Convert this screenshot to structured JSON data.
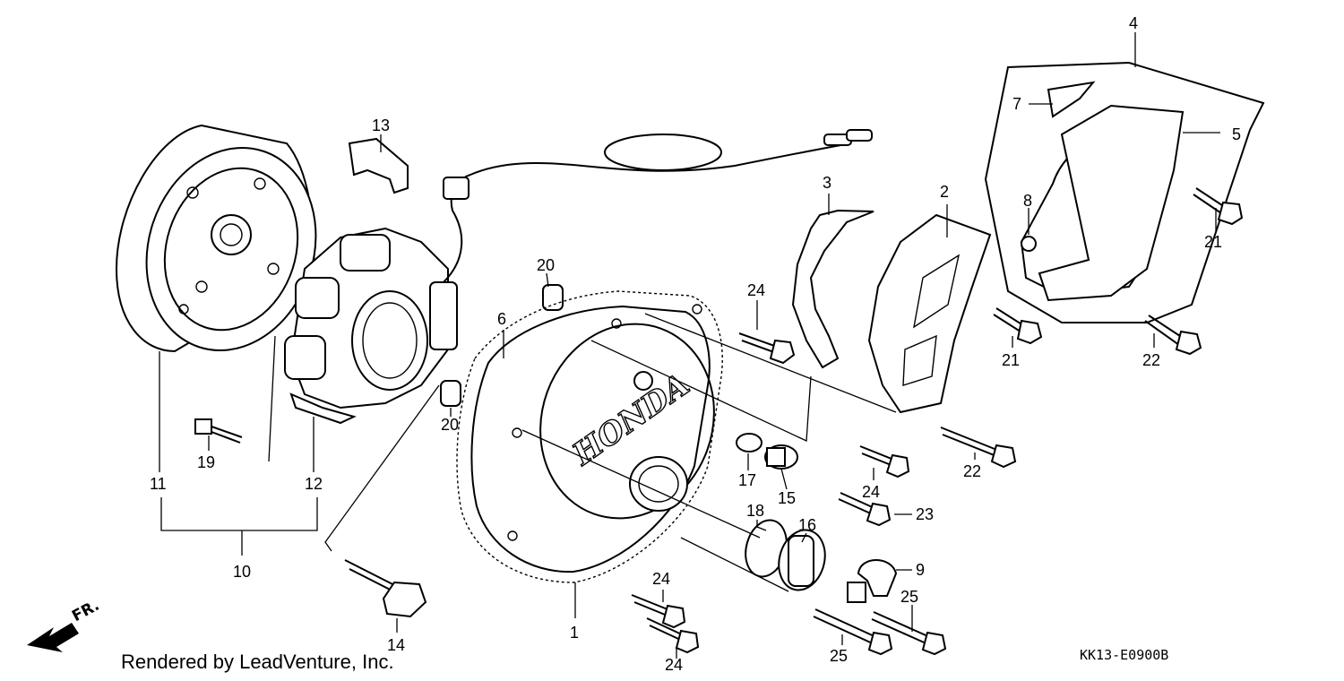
{
  "callouts": [
    {
      "id": "1",
      "text": "1"
    },
    {
      "id": "2",
      "text": "2"
    },
    {
      "id": "3",
      "text": "3"
    },
    {
      "id": "4",
      "text": "4"
    },
    {
      "id": "5",
      "text": "5"
    },
    {
      "id": "6",
      "text": "6"
    },
    {
      "id": "7",
      "text": "7"
    },
    {
      "id": "8",
      "text": "8"
    },
    {
      "id": "9",
      "text": "9"
    },
    {
      "id": "10",
      "text": "10"
    },
    {
      "id": "11",
      "text": "11"
    },
    {
      "id": "12",
      "text": "12"
    },
    {
      "id": "13",
      "text": "13"
    },
    {
      "id": "14",
      "text": "14"
    },
    {
      "id": "15",
      "text": "15"
    },
    {
      "id": "16",
      "text": "16"
    },
    {
      "id": "17",
      "text": "17"
    },
    {
      "id": "18",
      "text": "18"
    },
    {
      "id": "19",
      "text": "19"
    },
    {
      "id": "20a",
      "text": "20"
    },
    {
      "id": "20b",
      "text": "20"
    },
    {
      "id": "21a",
      "text": "21"
    },
    {
      "id": "21b",
      "text": "21"
    },
    {
      "id": "22a",
      "text": "22"
    },
    {
      "id": "22b",
      "text": "22"
    },
    {
      "id": "23",
      "text": "23"
    },
    {
      "id": "24a",
      "text": "24"
    },
    {
      "id": "24b",
      "text": "24"
    },
    {
      "id": "24c",
      "text": "24"
    },
    {
      "id": "24d",
      "text": "24"
    },
    {
      "id": "25a",
      "text": "25"
    },
    {
      "id": "25b",
      "text": "25"
    }
  ],
  "cover_logo": "HONDA",
  "direction_label": "FR.",
  "drawing_code": "KK13-E0900B",
  "credit": "Rendered by LeadVenture, Inc.",
  "icons": {
    "direction": "arrow-front-icon"
  }
}
